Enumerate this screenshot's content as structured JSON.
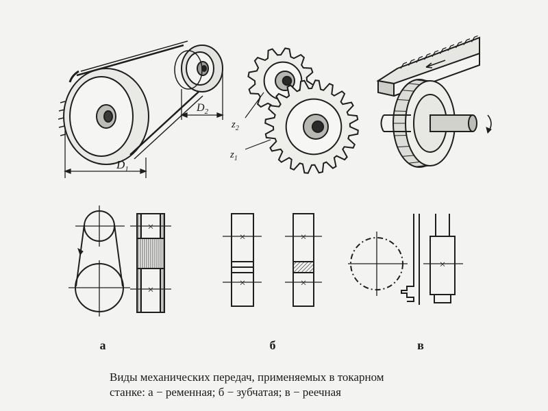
{
  "diagram": {
    "top_labels": {
      "d1": "D",
      "d1_sub": "1",
      "d2": "D",
      "d2_sub": "2",
      "z1": "z",
      "z1_sub": "1",
      "z2": "z",
      "z2_sub": "2"
    },
    "schematic_marks": {
      "cross": "×"
    },
    "panel_labels": {
      "a": "а",
      "b": "б",
      "v": "в"
    },
    "caption": {
      "line1": "Виды механических передач, применяемых в токарном",
      "line2": "станке: а − ременная; б − зубчатая; в − реечная"
    }
  }
}
